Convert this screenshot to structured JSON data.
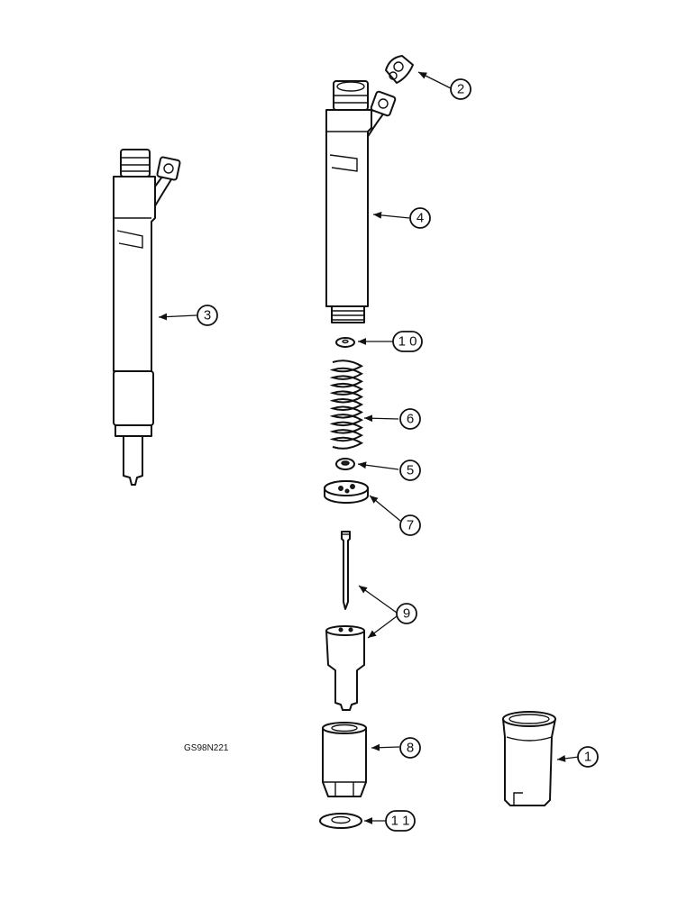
{
  "diagram": {
    "code": "GS98N221",
    "callouts": {
      "c1": "1",
      "c2": "2",
      "c3": "3",
      "c4": "4",
      "c5": "5",
      "c6": "6",
      "c7": "7",
      "c8": "8",
      "c9": "9",
      "c10": "1 0",
      "c11": "1 1"
    }
  }
}
